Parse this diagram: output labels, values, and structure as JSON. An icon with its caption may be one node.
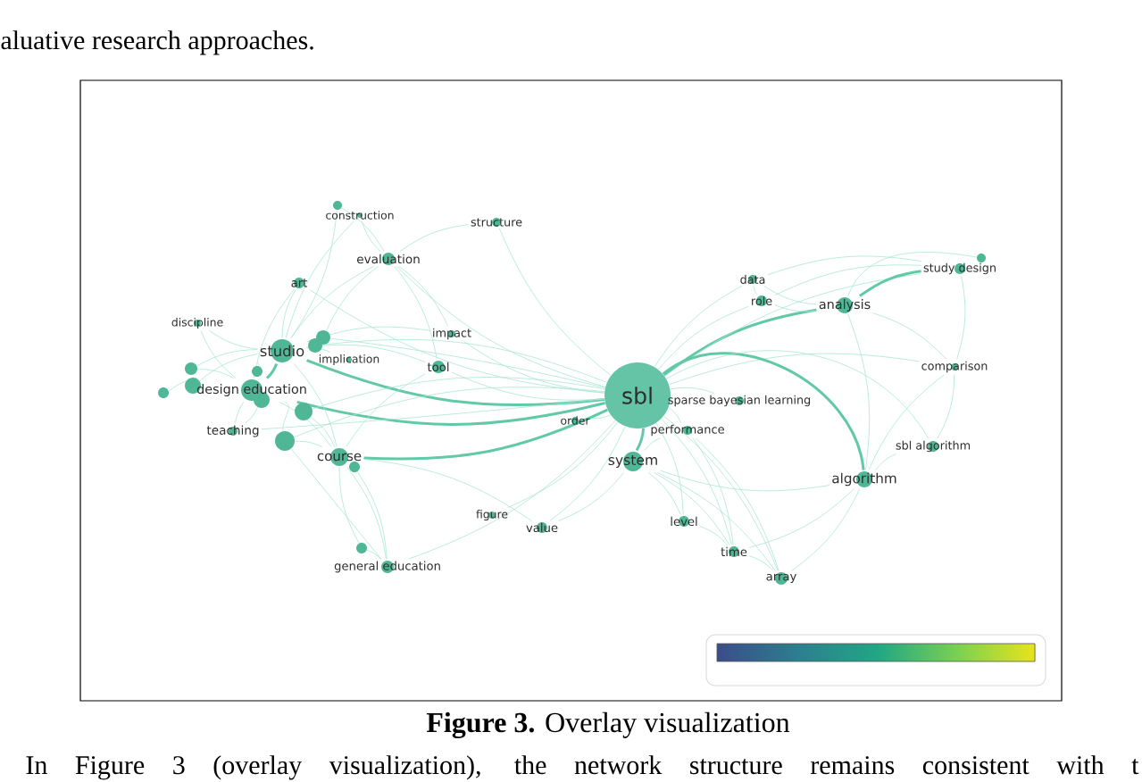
{
  "diagram": {
    "caption": "**Figure 3.** Overlay visualization",
    "nodes": [
      {
        "text": [],
        "shape": "circle"
      },
      {
        "text": [
          "construction"
        ]
      },
      {
        "text": [
          "structure"
        ]
      },
      {
        "text": [
          "evaluation"
        ]
      },
      {
        "text": [
          "study design"
        ]
      },
      {
        "text": [],
        "shape": "circle"
      },
      {
        "text": [
          "data"
        ]
      },
      {
        "text": [
          "art"
        ]
      },
      {
        "text": [
          "role"
        ]
      },
      {
        "text": [
          "analysis"
        ]
      },
      {
        "text": [
          "discipline"
        ]
      },
      {
        "text": [
          "impact"
        ]
      },
      {
        "text": [],
        "shape": "circle"
      },
      {
        "text": [],
        "shape": "circle"
      },
      {
        "text": [
          "studio"
        ]
      },
      {
        "text": [
          "implication"
        ]
      },
      {
        "text": [
          "tool"
        ]
      },
      {
        "text": [
          "comparison"
        ]
      },
      {
        "text": [],
        "shape": "circle"
      },
      {
        "text": [],
        "shape": "circle"
      },
      {
        "text": [],
        "shape": "circle"
      },
      {
        "text": [],
        "shape": "circle"
      },
      {
        "text": [
          "design education"
        ]
      },
      {
        "text": [
          "sbl"
        ]
      },
      {
        "text": [
          "sparse bayesian learning"
        ]
      },
      {
        "text": [],
        "shape": "circle"
      },
      {
        "text": [],
        "shape": "circle"
      },
      {
        "text": [
          "order"
        ]
      },
      {
        "text": [
          "performance"
        ]
      },
      {
        "text": [
          "teaching"
        ]
      },
      {
        "text": [],
        "shape": "circle"
      },
      {
        "text": [
          "sbl algorithm"
        ]
      },
      {
        "text": [
          "course"
        ]
      },
      {
        "text": [
          "system"
        ]
      },
      {
        "text": [],
        "shape": "circle"
      },
      {
        "text": [
          "algorithm"
        ]
      },
      {
        "text": [
          "figure"
        ]
      },
      {
        "text": [
          "level"
        ]
      },
      {
        "text": [
          "value"
        ]
      },
      {
        "text": [],
        "shape": "circle"
      },
      {
        "text": [
          "time"
        ]
      },
      {
        "text": [
          "general education"
        ]
      },
      {
        "text": [
          "array"
        ]
      }
    ],
    "edges": [
      {
        "from": 23,
        "to": 14,
        "arrow": "none",
        "style": "thick"
      },
      {
        "from": 23,
        "to": 22,
        "arrow": "none",
        "style": "thick"
      },
      {
        "from": 23,
        "to": 32,
        "arrow": "none",
        "style": "thick"
      },
      {
        "from": 23,
        "to": 16,
        "arrow": "none"
      },
      {
        "from": 23,
        "to": 11,
        "arrow": "none"
      },
      {
        "from": 23,
        "to": 3,
        "arrow": "none"
      },
      {
        "from": 23,
        "to": 2,
        "arrow": "none"
      },
      {
        "from": 23,
        "to": 6,
        "arrow": "none"
      },
      {
        "from": 23,
        "to": 8,
        "arrow": "none"
      },
      {
        "from": 23,
        "to": 9,
        "arrow": "none",
        "style": "thick"
      },
      {
        "from": 23,
        "to": 4,
        "arrow": "none"
      },
      {
        "from": 23,
        "to": 17,
        "arrow": "none"
      },
      {
        "from": 23,
        "to": 24,
        "arrow": "none"
      },
      {
        "from": 23,
        "to": 28,
        "arrow": "none"
      },
      {
        "from": 23,
        "to": 33,
        "arrow": "none",
        "style": "thick"
      },
      {
        "from": 23,
        "to": 35,
        "arrow": "none",
        "style": "thick"
      },
      {
        "from": 23,
        "to": 31,
        "arrow": "none"
      },
      {
        "from": 23,
        "to": 37,
        "arrow": "none"
      },
      {
        "from": 23,
        "to": 40,
        "arrow": "none"
      },
      {
        "from": 23,
        "to": 42,
        "arrow": "none"
      },
      {
        "from": 23,
        "to": 38,
        "arrow": "none"
      },
      {
        "from": 23,
        "to": 36,
        "arrow": "none"
      },
      {
        "from": 23,
        "to": 27,
        "arrow": "none"
      },
      {
        "from": 23,
        "to": 41,
        "arrow": "none"
      },
      {
        "from": 23,
        "to": 29,
        "arrow": "none"
      },
      {
        "from": 23,
        "to": 7,
        "arrow": "none"
      },
      {
        "from": 14,
        "to": 22,
        "arrow": "none",
        "style": "thick"
      },
      {
        "from": 14,
        "to": 7,
        "arrow": "none"
      },
      {
        "from": 14,
        "to": 3,
        "arrow": "none"
      },
      {
        "from": 14,
        "to": 1,
        "arrow": "none"
      },
      {
        "from": 14,
        "to": 10,
        "arrow": "none"
      },
      {
        "from": 14,
        "to": 32,
        "arrow": "none"
      },
      {
        "from": 18,
        "to": 14,
        "arrow": "none"
      },
      {
        "from": 14,
        "to": 15,
        "arrow": "none"
      },
      {
        "from": 14,
        "to": 16,
        "arrow": "none"
      },
      {
        "from": 14,
        "to": 11,
        "arrow": "none"
      },
      {
        "from": 22,
        "to": 29,
        "arrow": "none"
      },
      {
        "from": 22,
        "to": 32,
        "arrow": "none"
      },
      {
        "from": 22,
        "to": 10,
        "arrow": "none"
      },
      {
        "from": 22,
        "to": 7,
        "arrow": "none"
      },
      {
        "from": 30,
        "to": 41,
        "arrow": "none"
      },
      {
        "from": 32,
        "to": 41,
        "arrow": "none"
      },
      {
        "from": 32,
        "to": 16,
        "arrow": "none"
      },
      {
        "from": 32,
        "to": 38,
        "arrow": "none"
      },
      {
        "from": 3,
        "to": 1,
        "arrow": "none"
      },
      {
        "from": 3,
        "to": 16,
        "arrow": "none"
      },
      {
        "from": 3,
        "to": 11,
        "arrow": "none"
      },
      {
        "from": 3,
        "to": 2,
        "arrow": "none"
      },
      {
        "from": 9,
        "to": 6,
        "arrow": "none"
      },
      {
        "from": 9,
        "to": 8,
        "arrow": "none"
      },
      {
        "from": 9,
        "to": 4,
        "arrow": "none",
        "style": "thick"
      },
      {
        "from": 9,
        "to": 17,
        "arrow": "none"
      },
      {
        "from": 9,
        "to": 35,
        "arrow": "none"
      },
      {
        "from": 8,
        "to": 6,
        "arrow": "none"
      },
      {
        "from": 8,
        "to": 4,
        "arrow": "none"
      },
      {
        "from": 6,
        "to": 4,
        "arrow": "none"
      },
      {
        "from": 35,
        "to": 31,
        "arrow": "none"
      },
      {
        "from": 35,
        "to": 17,
        "arrow": "none"
      },
      {
        "from": 35,
        "to": 42,
        "arrow": "none"
      },
      {
        "from": 35,
        "to": 40,
        "arrow": "none"
      },
      {
        "from": 35,
        "to": 33,
        "arrow": "none"
      },
      {
        "from": 33,
        "to": 37,
        "arrow": "none"
      },
      {
        "from": 33,
        "to": 40,
        "arrow": "none"
      },
      {
        "from": 33,
        "to": 42,
        "arrow": "none"
      },
      {
        "from": 33,
        "to": 38,
        "arrow": "none"
      },
      {
        "from": 33,
        "to": 28,
        "arrow": "none"
      },
      {
        "from": 28,
        "to": 40,
        "arrow": "none"
      },
      {
        "from": 28,
        "to": 42,
        "arrow": "none"
      },
      {
        "from": 37,
        "to": 40,
        "arrow": "none"
      },
      {
        "from": 40,
        "to": 42,
        "arrow": "none"
      },
      {
        "from": 4,
        "to": 17,
        "arrow": "none"
      },
      {
        "from": 17,
        "to": 31,
        "arrow": "none"
      },
      {
        "from": 0,
        "to": 3,
        "arrow": "none"
      },
      {
        "from": 0,
        "to": 14,
        "arrow": "none"
      },
      {
        "from": 12,
        "to": 3,
        "arrow": "none"
      },
      {
        "from": 13,
        "to": 23,
        "arrow": "none"
      },
      {
        "from": 18,
        "to": 22,
        "arrow": "none"
      },
      {
        "from": 20,
        "to": 14,
        "arrow": "none"
      },
      {
        "from": 21,
        "to": 22,
        "arrow": "none"
      },
      {
        "from": 19,
        "to": 14,
        "arrow": "none"
      },
      {
        "from": 25,
        "to": 29,
        "arrow": "none"
      },
      {
        "from": 26,
        "to": 32,
        "arrow": "none"
      },
      {
        "from": 30,
        "to": 32,
        "arrow": "none"
      },
      {
        "from": 30,
        "to": 22,
        "arrow": "none"
      },
      {
        "from": 34,
        "to": 41,
        "arrow": "none"
      },
      {
        "from": 39,
        "to": 41,
        "arrow": "none"
      },
      {
        "from": 39,
        "to": 32,
        "arrow": "none"
      },
      {
        "from": 5,
        "to": 9,
        "arrow": "none"
      },
      {
        "from": 12,
        "to": 23,
        "arrow": "none"
      },
      {
        "from": 26,
        "to": 23,
        "arrow": "none"
      },
      {
        "from": 30,
        "to": 23,
        "arrow": "none"
      }
    ],
    "labels": [
      "aluative research approaches.",
      "In Figure 3 (overlay visualization), the network structure remains consistent with t"
    ]
  }
}
